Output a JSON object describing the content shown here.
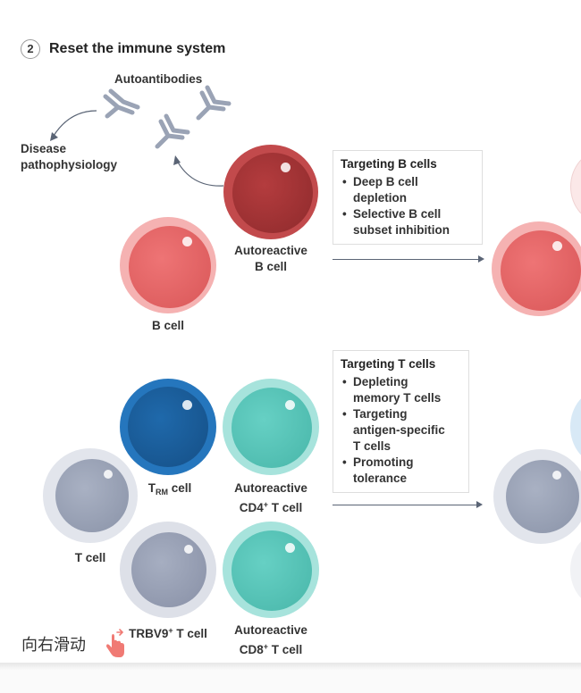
{
  "header": {
    "step_number": "2",
    "title": "Reset the immune system"
  },
  "labels": {
    "autoantibodies": "Autoantibodies",
    "disease_line1": "Disease",
    "disease_line2": "pathophysiology",
    "autoreactive_b_line1": "Autoreactive",
    "autoreactive_b_line2": "B cell",
    "b_cell": "B cell",
    "trm_main": "T",
    "trm_sub": "RM",
    "trm_suffix": " cell",
    "autoreactive_cd4_line1": "Autoreactive",
    "autoreactive_cd4_line2_a": "CD4",
    "autoreactive_cd4_line2_sup": "+",
    "autoreactive_cd4_line2_b": " T cell",
    "t_cell": "T cell",
    "trbv9_a": "TRBV9",
    "trbv9_sup": "+",
    "trbv9_b": " T cell",
    "autoreactive_cd8_line1": "Autoreactive",
    "autoreactive_cd8_line2_a": "CD8",
    "autoreactive_cd8_line2_sup": "+",
    "autoreactive_cd8_line2_b": " T cell"
  },
  "targeting_b": {
    "title": "Targeting B cells",
    "items": [
      "Deep B cell depletion",
      "Selective B cell subset inhibition"
    ],
    "lines": [
      [
        "Deep B cell",
        "depletion"
      ],
      [
        "Selective B cell",
        "subset inhibition"
      ]
    ]
  },
  "targeting_t": {
    "title": "Targeting T cells",
    "lines": [
      [
        "Depleting",
        "memory T cells"
      ],
      [
        "Targeting",
        "antigen-specific",
        "T cells"
      ],
      [
        "Promoting",
        "tolerance"
      ]
    ]
  },
  "swipe_hint": "向右滑动",
  "colors": {
    "autoreactive_b": "#b5393b",
    "b_cell": "#ea6c6d",
    "trm": "#1f6fb4",
    "autoreactive_t": "#5ec9bd",
    "t_cell": "#9aa3b8",
    "antibody": "#9aa3b5",
    "arrow": "#5a6475"
  }
}
